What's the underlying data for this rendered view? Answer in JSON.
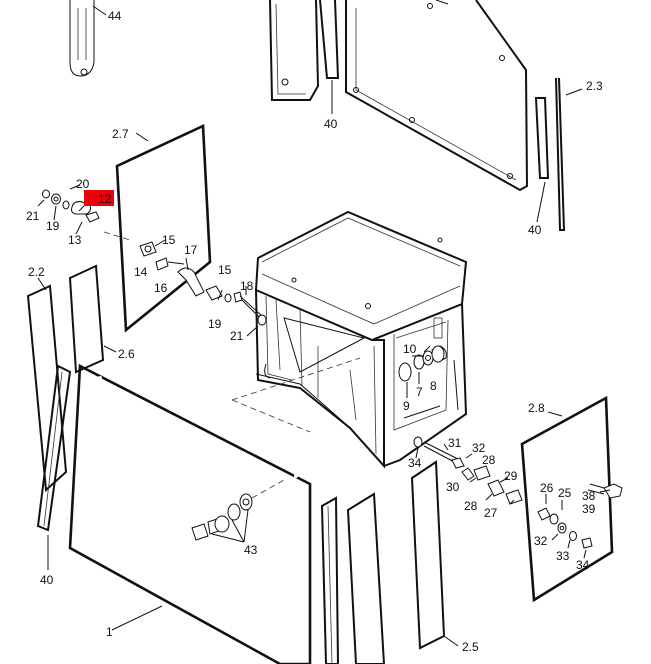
{
  "labels": {
    "l44": "44",
    "l40a": "40",
    "l23": "2.3",
    "l40b": "40",
    "l27": "2.7",
    "l20": "20",
    "l12": "12",
    "l21a": "21",
    "l19a": "19",
    "l13": "13",
    "l15a": "15",
    "l17": "17",
    "l14": "14",
    "l16": "16",
    "l15b": "15",
    "l18": "18",
    "l19b": "19",
    "l21b": "21",
    "l22": "2.2",
    "l26": "2.6",
    "l10": "10",
    "l7": "7",
    "l8": "8",
    "l9": "9",
    "l28a": "2.8",
    "l31": "31",
    "l32a": "32",
    "l34a": "34",
    "l28b": "28",
    "l30": "30",
    "l29": "29",
    "l28c": "28",
    "l27b": "27",
    "l26b": "26",
    "l25": "25",
    "l38": "38",
    "l39": "39",
    "l32b": "32",
    "l33": "33",
    "l34b": "34",
    "l43": "43",
    "l40c": "40",
    "l1": "1",
    "l25b": "2.5"
  },
  "highlight": {
    "part": "12",
    "color": "#e8000b"
  }
}
